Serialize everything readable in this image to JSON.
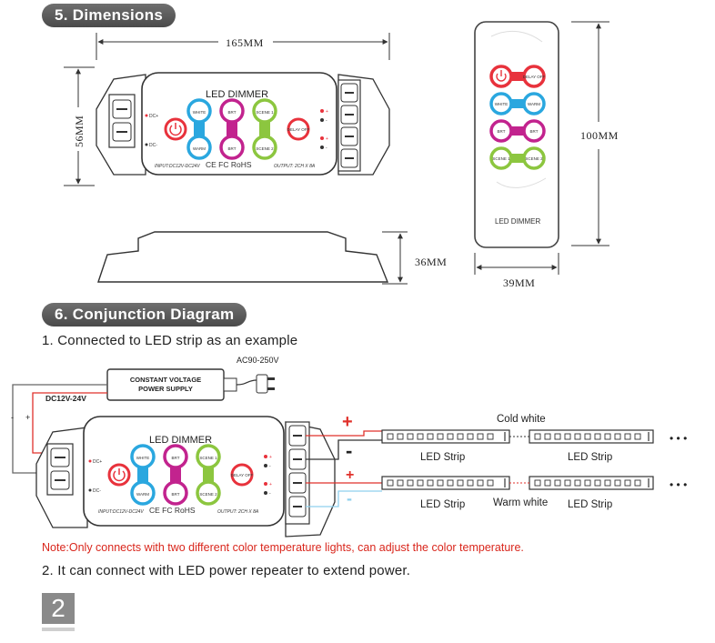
{
  "sections": {
    "dimensions": {
      "title": "5. Dimensions"
    },
    "conjunction": {
      "title": "6. Conjunction Diagram"
    }
  },
  "dimensions": {
    "width_label": "165MM",
    "height_label": "56MM",
    "depth_label": "36MM",
    "remote_height_label": "100MM",
    "remote_width_label": "39MM"
  },
  "controller": {
    "brand": "LED DIMMER",
    "input_spec": "INPUT:DC12V-DC24V",
    "output_spec": "OUTPUT: 2CH X 8A",
    "cert": "CE FC RoHS",
    "dc_plus": "DC+",
    "dc_minus": "DC-",
    "buttons": {
      "power": "",
      "white": "WHITE",
      "warm": "WARM",
      "brt_up": "BRT",
      "brt_down": "BRT",
      "scene1": "SCENE 1",
      "scene2": "SCENE 2",
      "delay_off": "DELAY OFF"
    },
    "terminal_marks": [
      "+",
      "-",
      "+",
      "-"
    ]
  },
  "remote": {
    "brand": "LED DIMMER",
    "rows": [
      {
        "left": "",
        "right": "DELAY OFF",
        "color": "#e8323c"
      },
      {
        "left": "WHITE",
        "right": "WARM",
        "color": "#2aa7df"
      },
      {
        "left": "BRT",
        "right": "BRT",
        "color": "#c2238e"
      },
      {
        "left": "SCENE 1",
        "right": "SCENE 2",
        "color": "#8cc63f"
      }
    ]
  },
  "conjunction": {
    "caption1": "1. Connected to LED strip as an example",
    "power_supply_label": "CONSTANT VOLTAGE POWER SUPPLY",
    "ac_label": "AC90-250V",
    "dc_label": "DC12V-24V",
    "polarity_minus": "-",
    "polarity_plus": "+",
    "cold_white_label": "Cold white",
    "warm_white_label": "Warm white",
    "strip_label": "LED Strip",
    "ellipsis": "• • •",
    "note": "Note:Only connects with two different color temperature lights, can adjust the color temperature.",
    "caption2": "2. It can connect with LED power repeater  to extend power."
  },
  "page": {
    "number": "2"
  },
  "colors": {
    "red": "#e8323c",
    "blue": "#2aa7df",
    "magenta": "#c2238e",
    "green": "#8cc63f",
    "wire_red": "#e0312b",
    "wire_blue": "#8fd0ee",
    "note_red": "#d9261c"
  }
}
